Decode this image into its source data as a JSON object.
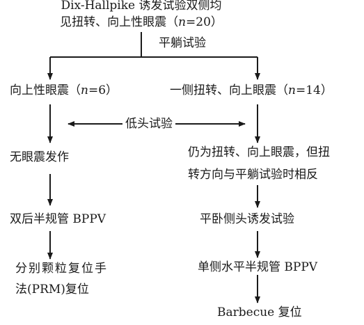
{
  "nodes": {
    "top_line1": "Dix-Hallpike 诱发试验双侧均",
    "top_line2_pre": "见扭转、向上性眼震（",
    "top_line2_n": "n",
    "top_line2_post": "=20）",
    "supine_test": "平躺试验",
    "left1_pre": "向上性眼震（",
    "left1_n": "n",
    "left1_post": "=6）",
    "right1_pre": "一侧扭转、向上眼震（",
    "right1_n": "n",
    "right1_post": "=14）",
    "head_down_test": "低头试验",
    "left2": "无眼震发作",
    "right2_line1": "仍为扭转、向上眼震，但扭",
    "right2_line2": "转方向与平躺试验时相反",
    "left3": "双后半规管 BPPV",
    "right3": "平卧侧头诱发试验",
    "left4_line1": "分别颗粒复位手",
    "left4_line2": "法(PRM)复位",
    "right4": "单侧水平半规管 BPPV",
    "right5": "Barbecue 复位"
  },
  "colors": {
    "line": "#1a1a1a",
    "text": "#1a1a1a",
    "background": "#ffffff"
  }
}
